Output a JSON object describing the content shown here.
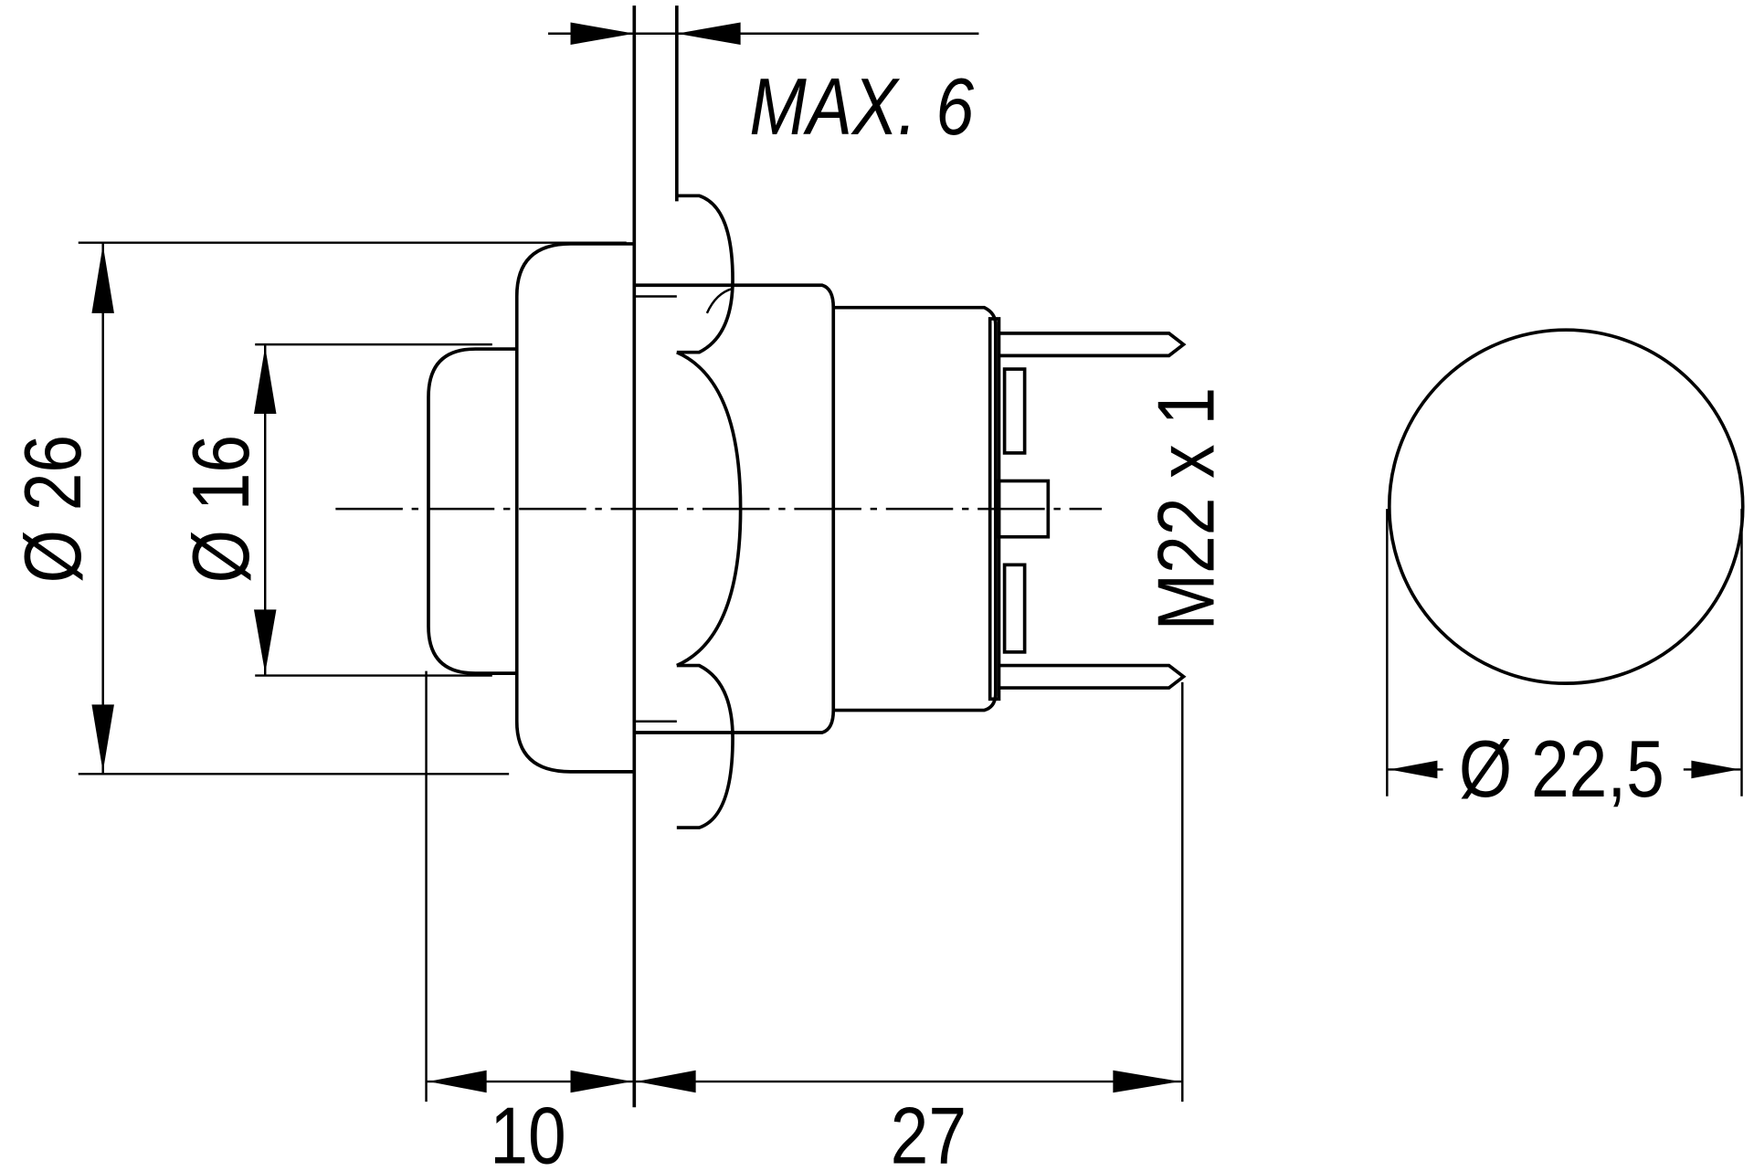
{
  "drawing": {
    "colors": {
      "line": "#000000",
      "background": "#ffffff"
    },
    "dimensions": {
      "panel_thickness": "MAX. 6",
      "cap_diameter": "Ø 26",
      "button_diameter": "Ø 16",
      "thread": "M22 x 1",
      "front_diameter": "Ø 22,5",
      "button_depth": "10",
      "body_length": "27"
    }
  }
}
